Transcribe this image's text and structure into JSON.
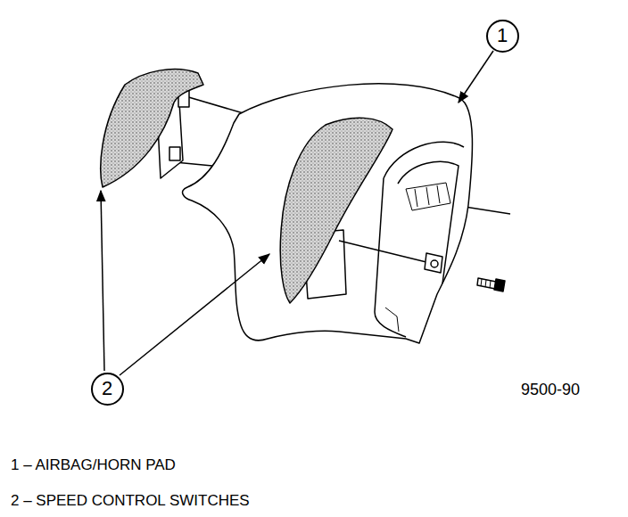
{
  "diagram": {
    "nodes": [
      {
        "text": [
          "1"
        ]
      },
      {
        "text": [
          "2"
        ]
      }
    ],
    "labels": [
      "9500-90",
      "1 – AIRBAG/HORN PAD",
      "2 – SPEED CONTROL SWITCHES"
    ]
  }
}
